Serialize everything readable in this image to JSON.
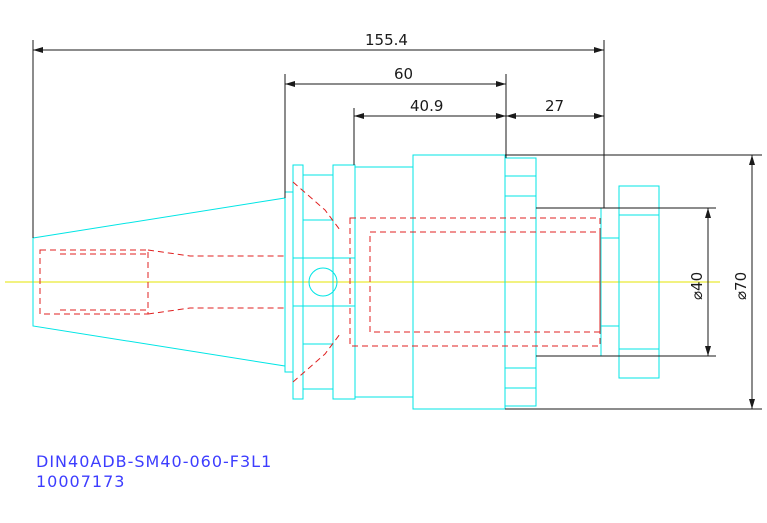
{
  "dimensions": {
    "overall_length": "155.4",
    "body_length": "60",
    "collet_length": "40.9",
    "nose_length": "27",
    "nose_diameter": "⌀40",
    "body_diameter": "⌀70"
  },
  "title_block": {
    "part_name": "DIN40ADB-SM40-060-F3L1",
    "part_number": "10007173"
  },
  "colors": {
    "outline": "#00e5e5",
    "hidden": "#e02020",
    "centerline": "#e6e600",
    "dimension": "#1a1a1a",
    "text": "#3d3dff"
  }
}
